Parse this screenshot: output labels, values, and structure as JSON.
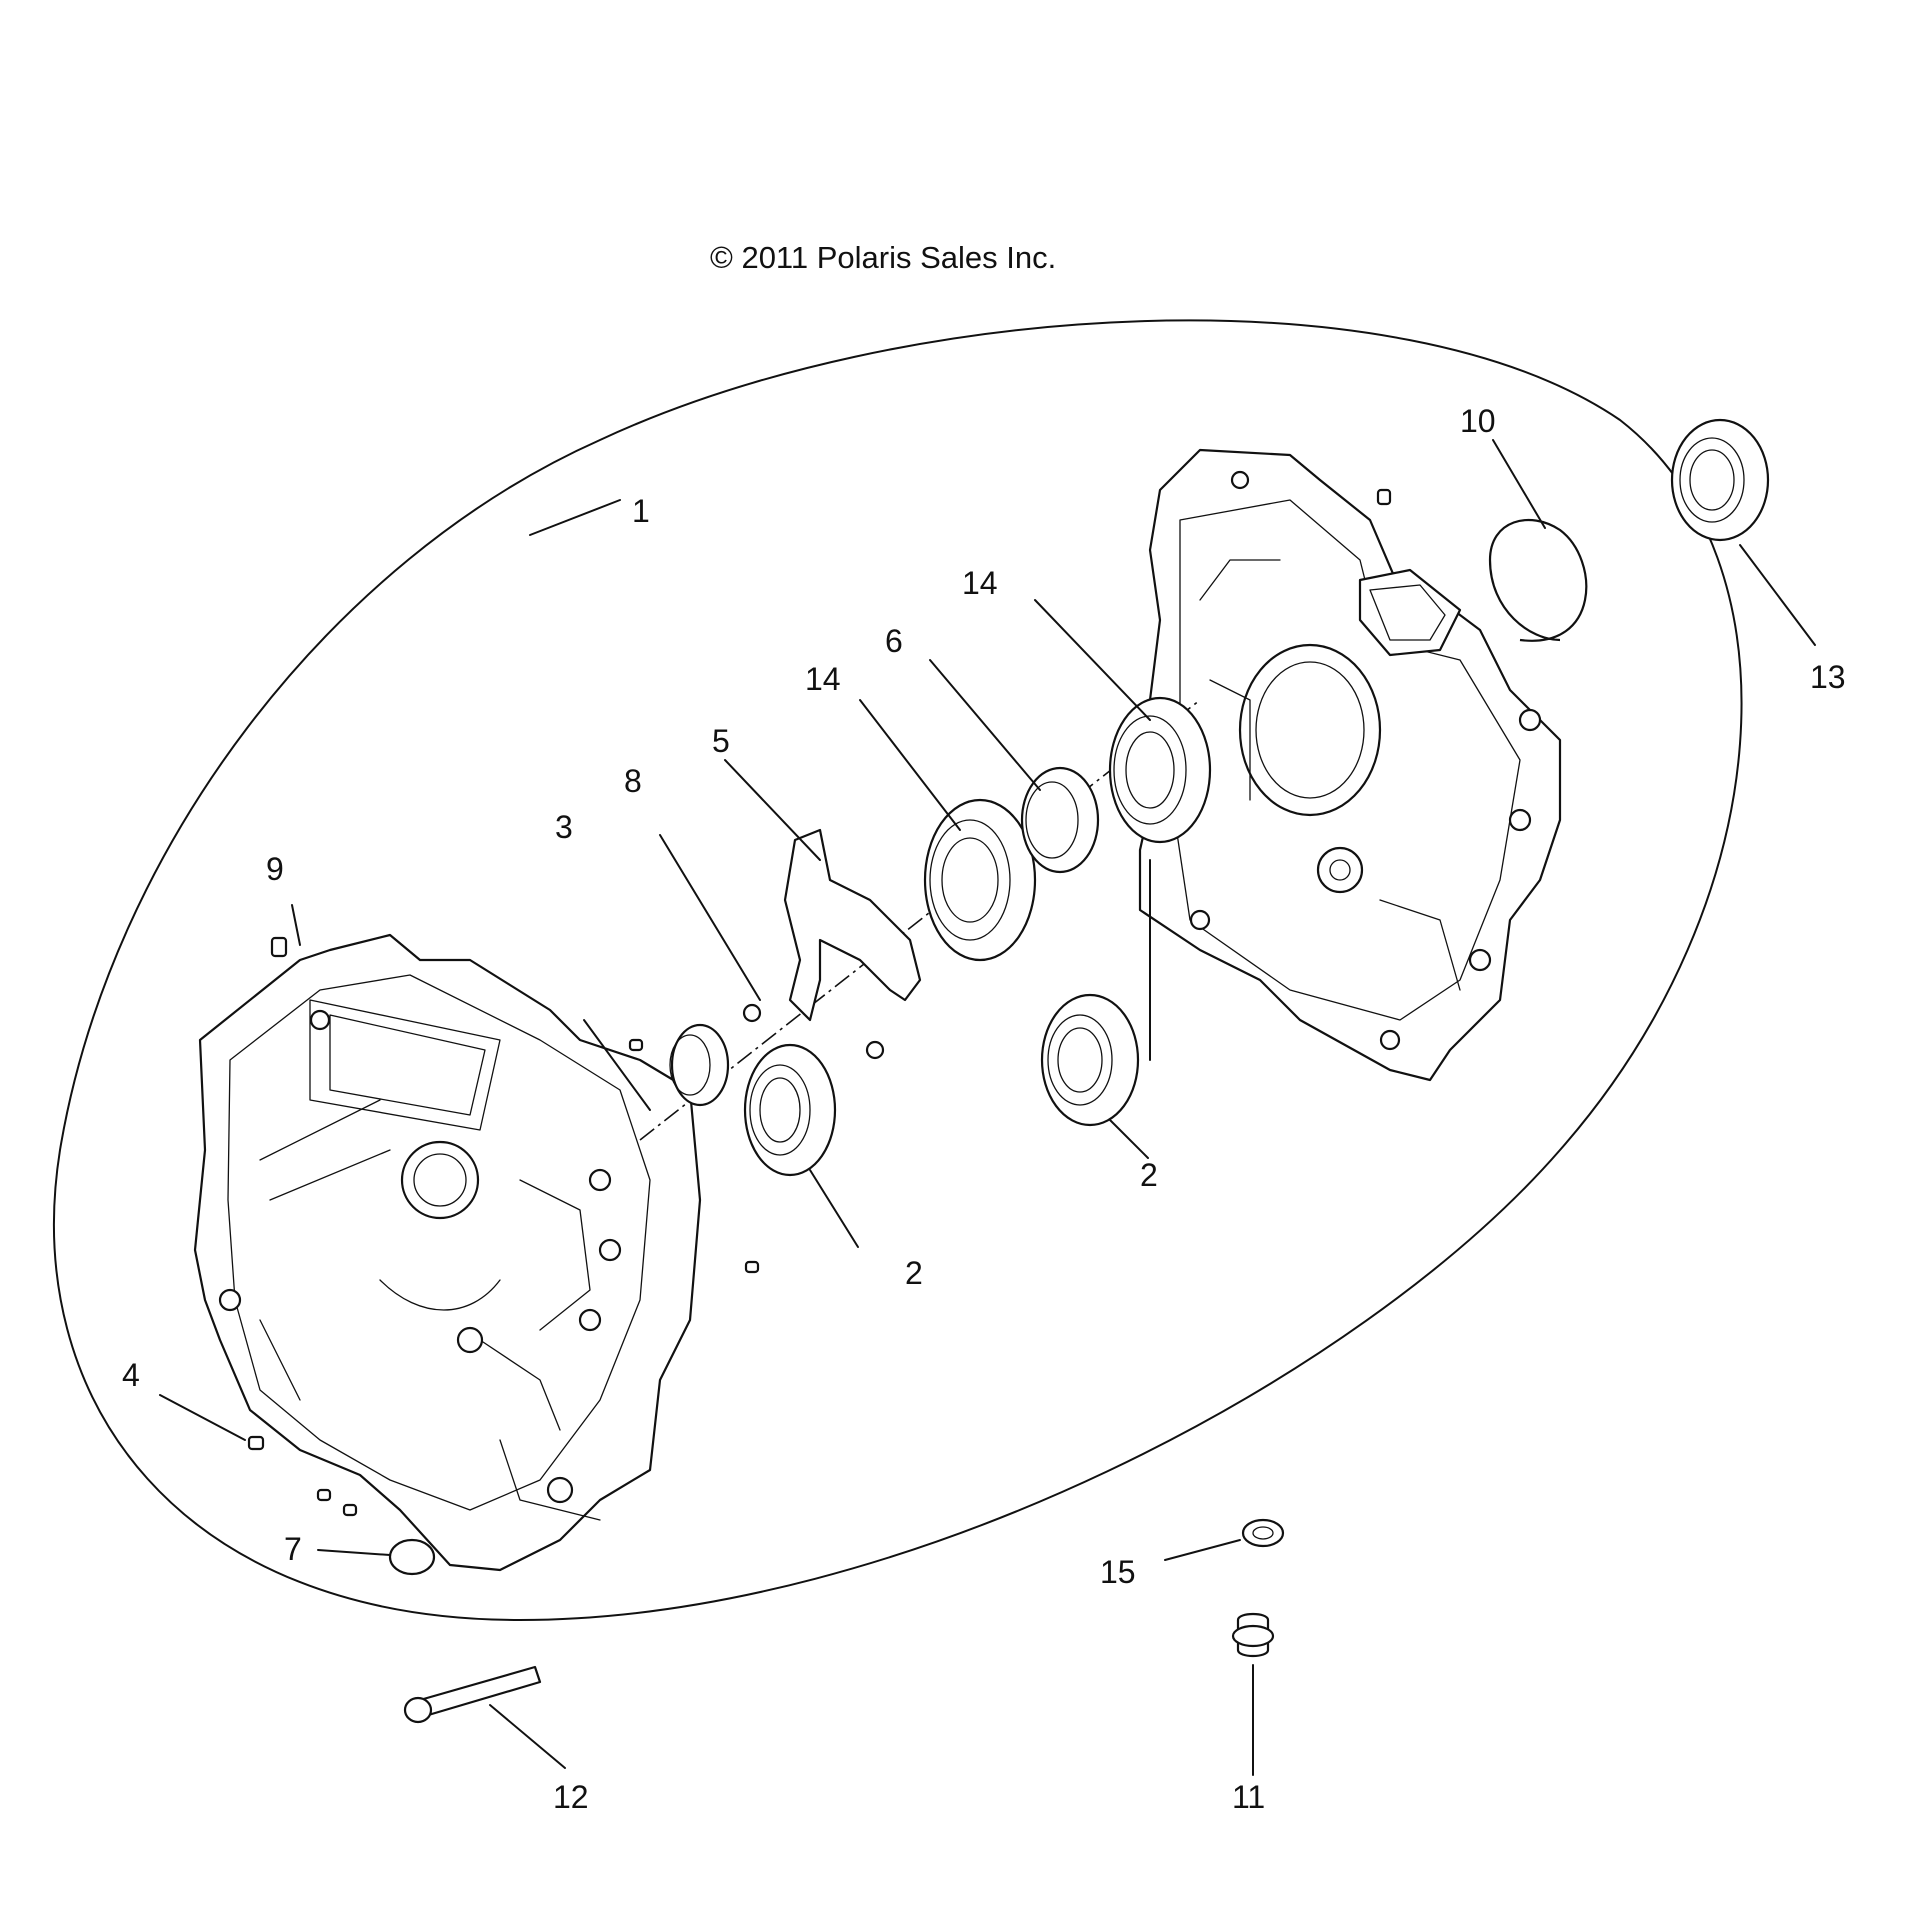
{
  "copyright": "© 2011 Polaris Sales Inc.",
  "callouts": [
    {
      "label": "1"
    },
    {
      "label": "2"
    },
    {
      "label": "2"
    },
    {
      "label": "3"
    },
    {
      "label": "4"
    },
    {
      "label": "5"
    },
    {
      "label": "6"
    },
    {
      "label": "7"
    },
    {
      "label": "8"
    },
    {
      "label": "9"
    },
    {
      "label": "10"
    },
    {
      "label": "11"
    },
    {
      "label": "12"
    },
    {
      "label": "13"
    },
    {
      "label": "14"
    },
    {
      "label": "14"
    },
    {
      "label": "15"
    }
  ]
}
